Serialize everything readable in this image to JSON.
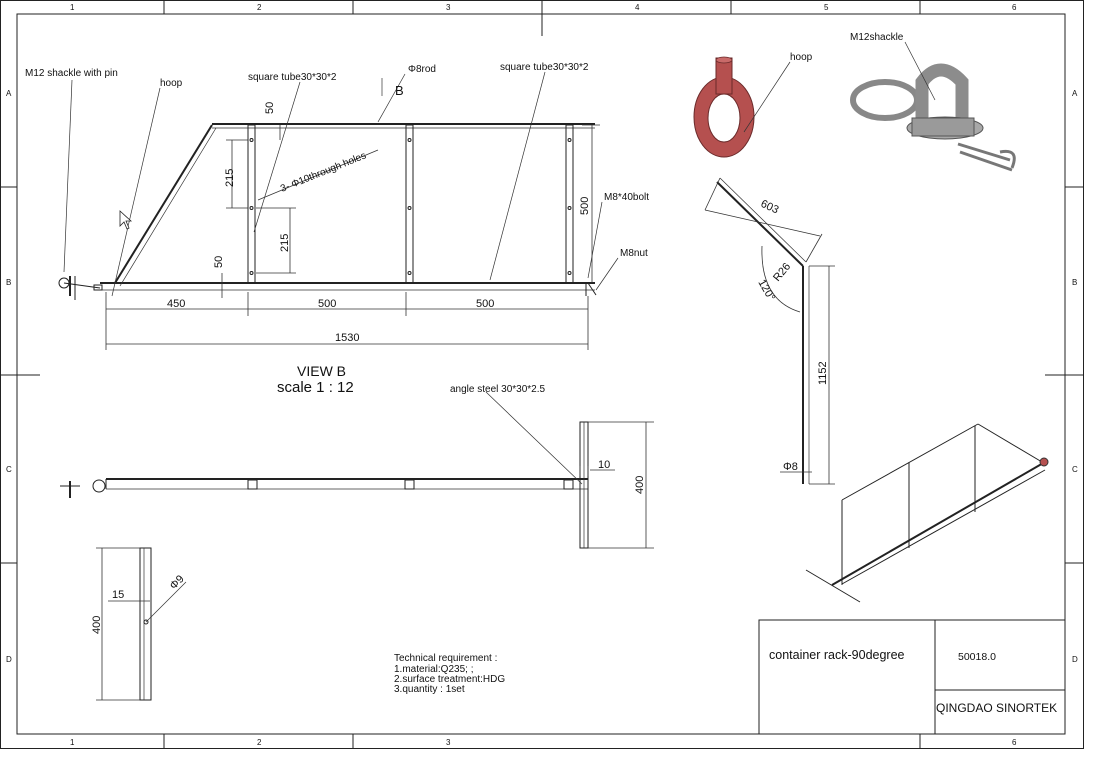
{
  "zones": {
    "cols_top": [
      "1",
      "2",
      "3",
      "4",
      "5",
      "6"
    ],
    "cols_bottom": [
      "1",
      "2",
      "3",
      "6"
    ],
    "rows": [
      "A",
      "B",
      "C",
      "D"
    ]
  },
  "labels": {
    "shackle_pin": "M12 shackle with pin",
    "hoop_left": "hoop",
    "square_tube_1": "square tube30*30*2",
    "rod": "Φ8rod",
    "view_marker": "B",
    "square_tube_2": "square tube30*30*2",
    "through_holes": "3- Φ10through holes",
    "bolt": "M8*40bolt",
    "nut": "M8nut",
    "hoop_iso": "hoop",
    "shackle_iso": "M12shackle",
    "angle_steel": "angle steel 30*30*2.5"
  },
  "dims": {
    "d50_top": "50",
    "d215_a": "215",
    "d215_b": "215",
    "d50_bottom": "50",
    "d500_v": "500",
    "d450": "450",
    "d500_a": "500",
    "d500_b": "500",
    "d1530": "1530",
    "d603": "603",
    "d_r26": "R26",
    "d_120": "120°",
    "d1152": "1152",
    "d_phi8": "Φ8",
    "d10": "10",
    "d400_side": "400",
    "d15": "15",
    "d_phi9": "Φ9",
    "d400_end": "400"
  },
  "view": {
    "title": "VIEW B",
    "scale": "scale 1 : 12"
  },
  "tech": {
    "heading": "Technical requirement :",
    "line1": "1.material:Q235; ;",
    "line2": "2.surface treatment:HDG",
    "line3": "3.quantity : 1set"
  },
  "title_block": {
    "name": "container rack-90degree",
    "number": "50018.0",
    "company": "QINGDAO SINORTEK"
  },
  "colors": {
    "hoop_red": "#b5504f",
    "shackle_gray": "#9a9a9a"
  }
}
